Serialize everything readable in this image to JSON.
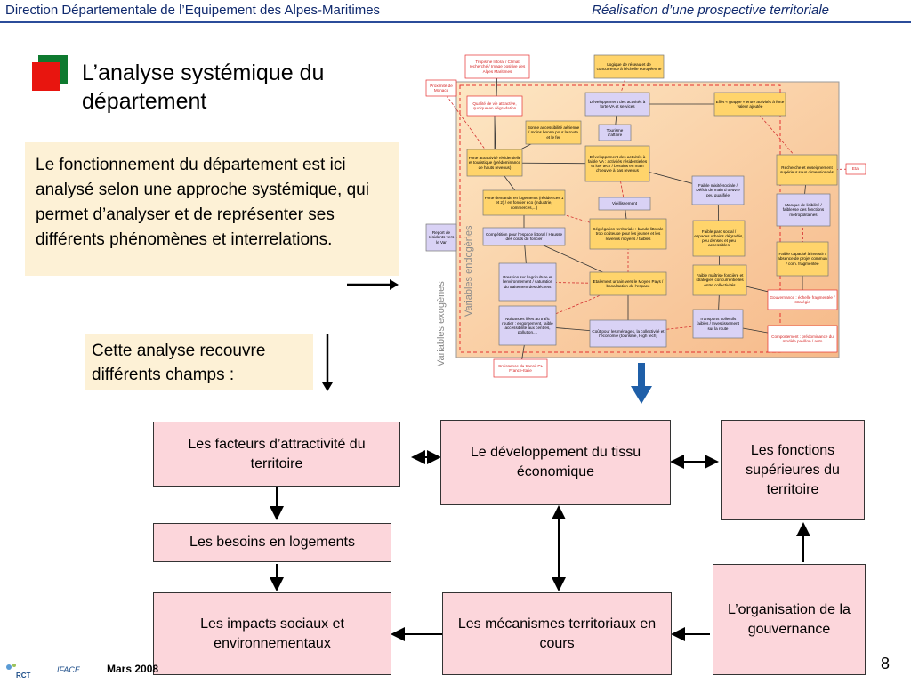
{
  "header": {
    "left": "Direction Départementale de l’Equipement des Alpes-Maritimes",
    "right": "Réalisation d’une prospective territoriale"
  },
  "title": "L’analyse systémique du département",
  "intro_text": "Le fonctionnement du département est ici analysé selon une approche systémique, qui permet d’analyser et de représenter ses différents phénomènes et interrelations.",
  "intro_text2": "Cette analyse recouvre différents champs :",
  "diagram": {
    "side_label": "Variables exogènes",
    "side_label2": "Variables endogènes",
    "nodes": [
      {
        "text": "Tropisme littoral / Climat recherché / Image positive des Alpes Maritimes",
        "fill": "#ffffff",
        "border": "#e53030",
        "color": "#d41f1f"
      },
      {
        "text": "Logique de réseau et de concurrence à l’échelle européenne",
        "fill": "#ffd46b",
        "border": "#777777",
        "color": "#000000"
      },
      {
        "text": "Proximité de Monaco",
        "fill": "#ffffff",
        "border": "#e53030",
        "color": "#d41f1f"
      },
      {
        "text": "Qualité de vie attractive, quoique en dégradation",
        "fill": "#ffffff",
        "border": "#e53030",
        "color": "#d41f1f"
      },
      {
        "text": "Développement des activités à forte VA et services",
        "fill": "#d9d2f5",
        "border": "#777777",
        "color": "#000000"
      },
      {
        "text": "Effet « grappe » entre activités à forte valeur ajoutée",
        "fill": "#ffd46b",
        "border": "#777777",
        "color": "#000000"
      },
      {
        "text": "Bonne accessibilité aérienne / moins bonne pour la route et le fer",
        "fill": "#ffd46b",
        "border": "#777777",
        "color": "#000000"
      },
      {
        "text": "Tourisme d’affaire",
        "fill": "#d9d2f5",
        "border": "#777777",
        "color": "#000000"
      },
      {
        "text": "Forte attractivité résidentielle et touristique (prédominance de hauts revenus)",
        "fill": "#ffd46b",
        "border": "#777777",
        "color": "#000000"
      },
      {
        "text": "Développement des activités à faible VA : activités résidentielles et low tech / besoins en main d’oeuvre à bas revenus",
        "fill": "#ffd46b",
        "border": "#777777",
        "color": "#000000"
      },
      {
        "text": "Recherche et enseignement supérieur sous dimensionnés",
        "fill": "#ffd46b",
        "border": "#777777",
        "color": "#000000"
      },
      {
        "text": "Etat",
        "fill": "#ffffff",
        "border": "#e53030",
        "color": "#d41f1f"
      },
      {
        "text": "Faible mixité sociale / Déficit de main d’oeuvre peu qualifiée",
        "fill": "#d9d2f5",
        "border": "#777777",
        "color": "#000000"
      },
      {
        "text": "Forte demande en logements (résidences 1 et 2) / en foncier éco (industrie, commerces,...)",
        "fill": "#ffd46b",
        "border": "#777777",
        "color": "#000000"
      },
      {
        "text": "Vieillissement",
        "fill": "#d9d2f5",
        "border": "#777777",
        "color": "#000000"
      },
      {
        "text": "Manque de lisibilité / faiblesse des fonctions métropolitaines",
        "fill": "#d9d2f5",
        "border": "#777777",
        "color": "#000000"
      },
      {
        "text": "Report de résidents vers le Var",
        "fill": "#d9d2f5",
        "border": "#777777",
        "color": "#000000"
      },
      {
        "text": "Compétition pour l’espace littoral / Hausse des coûts du foncier",
        "fill": "#d9d2f5",
        "border": "#777777",
        "color": "#000000"
      },
      {
        "text": "Ségrégation territoriale : bande littorale trop coûteuse pour les jeunes et les revenus moyens / faibles",
        "fill": "#ffd46b",
        "border": "#777777",
        "color": "#000000"
      },
      {
        "text": "Faible parc social / espaces urbains dégradés, peu denses et peu accessibles",
        "fill": "#ffd46b",
        "border": "#777777",
        "color": "#000000"
      },
      {
        "text": "Faible capacité à investir / absence de projet commun / com. fragmentée",
        "fill": "#ffd46b",
        "border": "#777777",
        "color": "#000000"
      },
      {
        "text": "Pression sur l’agriculture et l’environnement / saturation du traitement des déchets",
        "fill": "#d9d2f5",
        "border": "#777777",
        "color": "#000000"
      },
      {
        "text": "Etalement urbain vers le Moyen Pays / banalisation de l’espace",
        "fill": "#ffd46b",
        "border": "#777777",
        "color": "#000000"
      },
      {
        "text": "Faible maîtrise foncière et stratégies concurrentielles entre collectivités",
        "fill": "#ffd46b",
        "border": "#777777",
        "color": "#000000"
      },
      {
        "text": "Gouvernance : échelle fragmentée / stratégie",
        "fill": "#ffffff",
        "border": "#e53030",
        "color": "#d41f1f"
      },
      {
        "text": "Nuisances liées au trafic routier : engorgement, faible accessibilité aux centres, pollution....",
        "fill": "#d9d2f5",
        "border": "#777777",
        "color": "#000000"
      },
      {
        "text": "Transports collectifs faibles / Investissement sur la route",
        "fill": "#d9d2f5",
        "border": "#777777",
        "color": "#000000"
      },
      {
        "text": "Coût pour les ménages, la collectivité et l’économie (tourisme, High tech)",
        "fill": "#d9d2f5",
        "border": "#777777",
        "color": "#000000"
      },
      {
        "text": "Comportement : prédominance du modèle pavillon / auto",
        "fill": "#ffffff",
        "border": "#e53030",
        "color": "#d41f1f"
      },
      {
        "text": "Croissance du transit PL France-Italie",
        "fill": "#ffffff",
        "border": "#e53030",
        "color": "#d41f1f"
      }
    ]
  },
  "boxes": {
    "attractivite": "Les facteurs d’attractivité du territoire",
    "developpement": "Le développement du tissu économique",
    "fonctions": "Les fonctions supérieures du territoire",
    "logements": "Les besoins en logements",
    "impacts": "Les impacts sociaux et environnementaux",
    "mecanismes": "Les mécanismes territoriaux en cours",
    "gouvernance": "L’organisation de la gouvernance"
  },
  "footer": {
    "date": "Mars 2008",
    "page": "8",
    "logo1": "RCT",
    "logo2": "IFACE"
  },
  "colors": {
    "header_text": "#102a6e",
    "box_fill": "#fcd6db",
    "intro_fill": "#fdf1d6",
    "arrow_blue": "#1f5fa8"
  }
}
